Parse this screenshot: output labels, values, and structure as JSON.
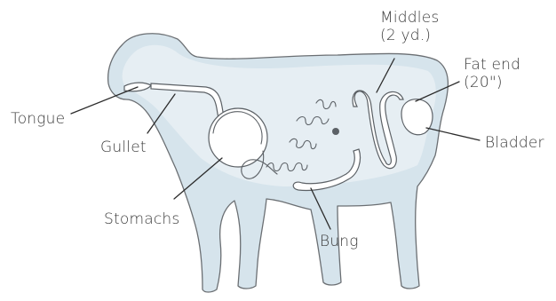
{
  "labels": {
    "middles": [
      "Middles",
      "(2 yd.)"
    ],
    "fat_end": [
      "Fat end",
      "(20\")"
    ],
    "tongue": "Tongue",
    "gullet": "Gullet",
    "bladder": "Bladder",
    "stomachs": "Stomachs",
    "bung": "Bung"
  },
  "colors": {
    "body_fill": "#d6e4ec",
    "outline": "#6b6f73",
    "text": "#3a3a3a"
  }
}
